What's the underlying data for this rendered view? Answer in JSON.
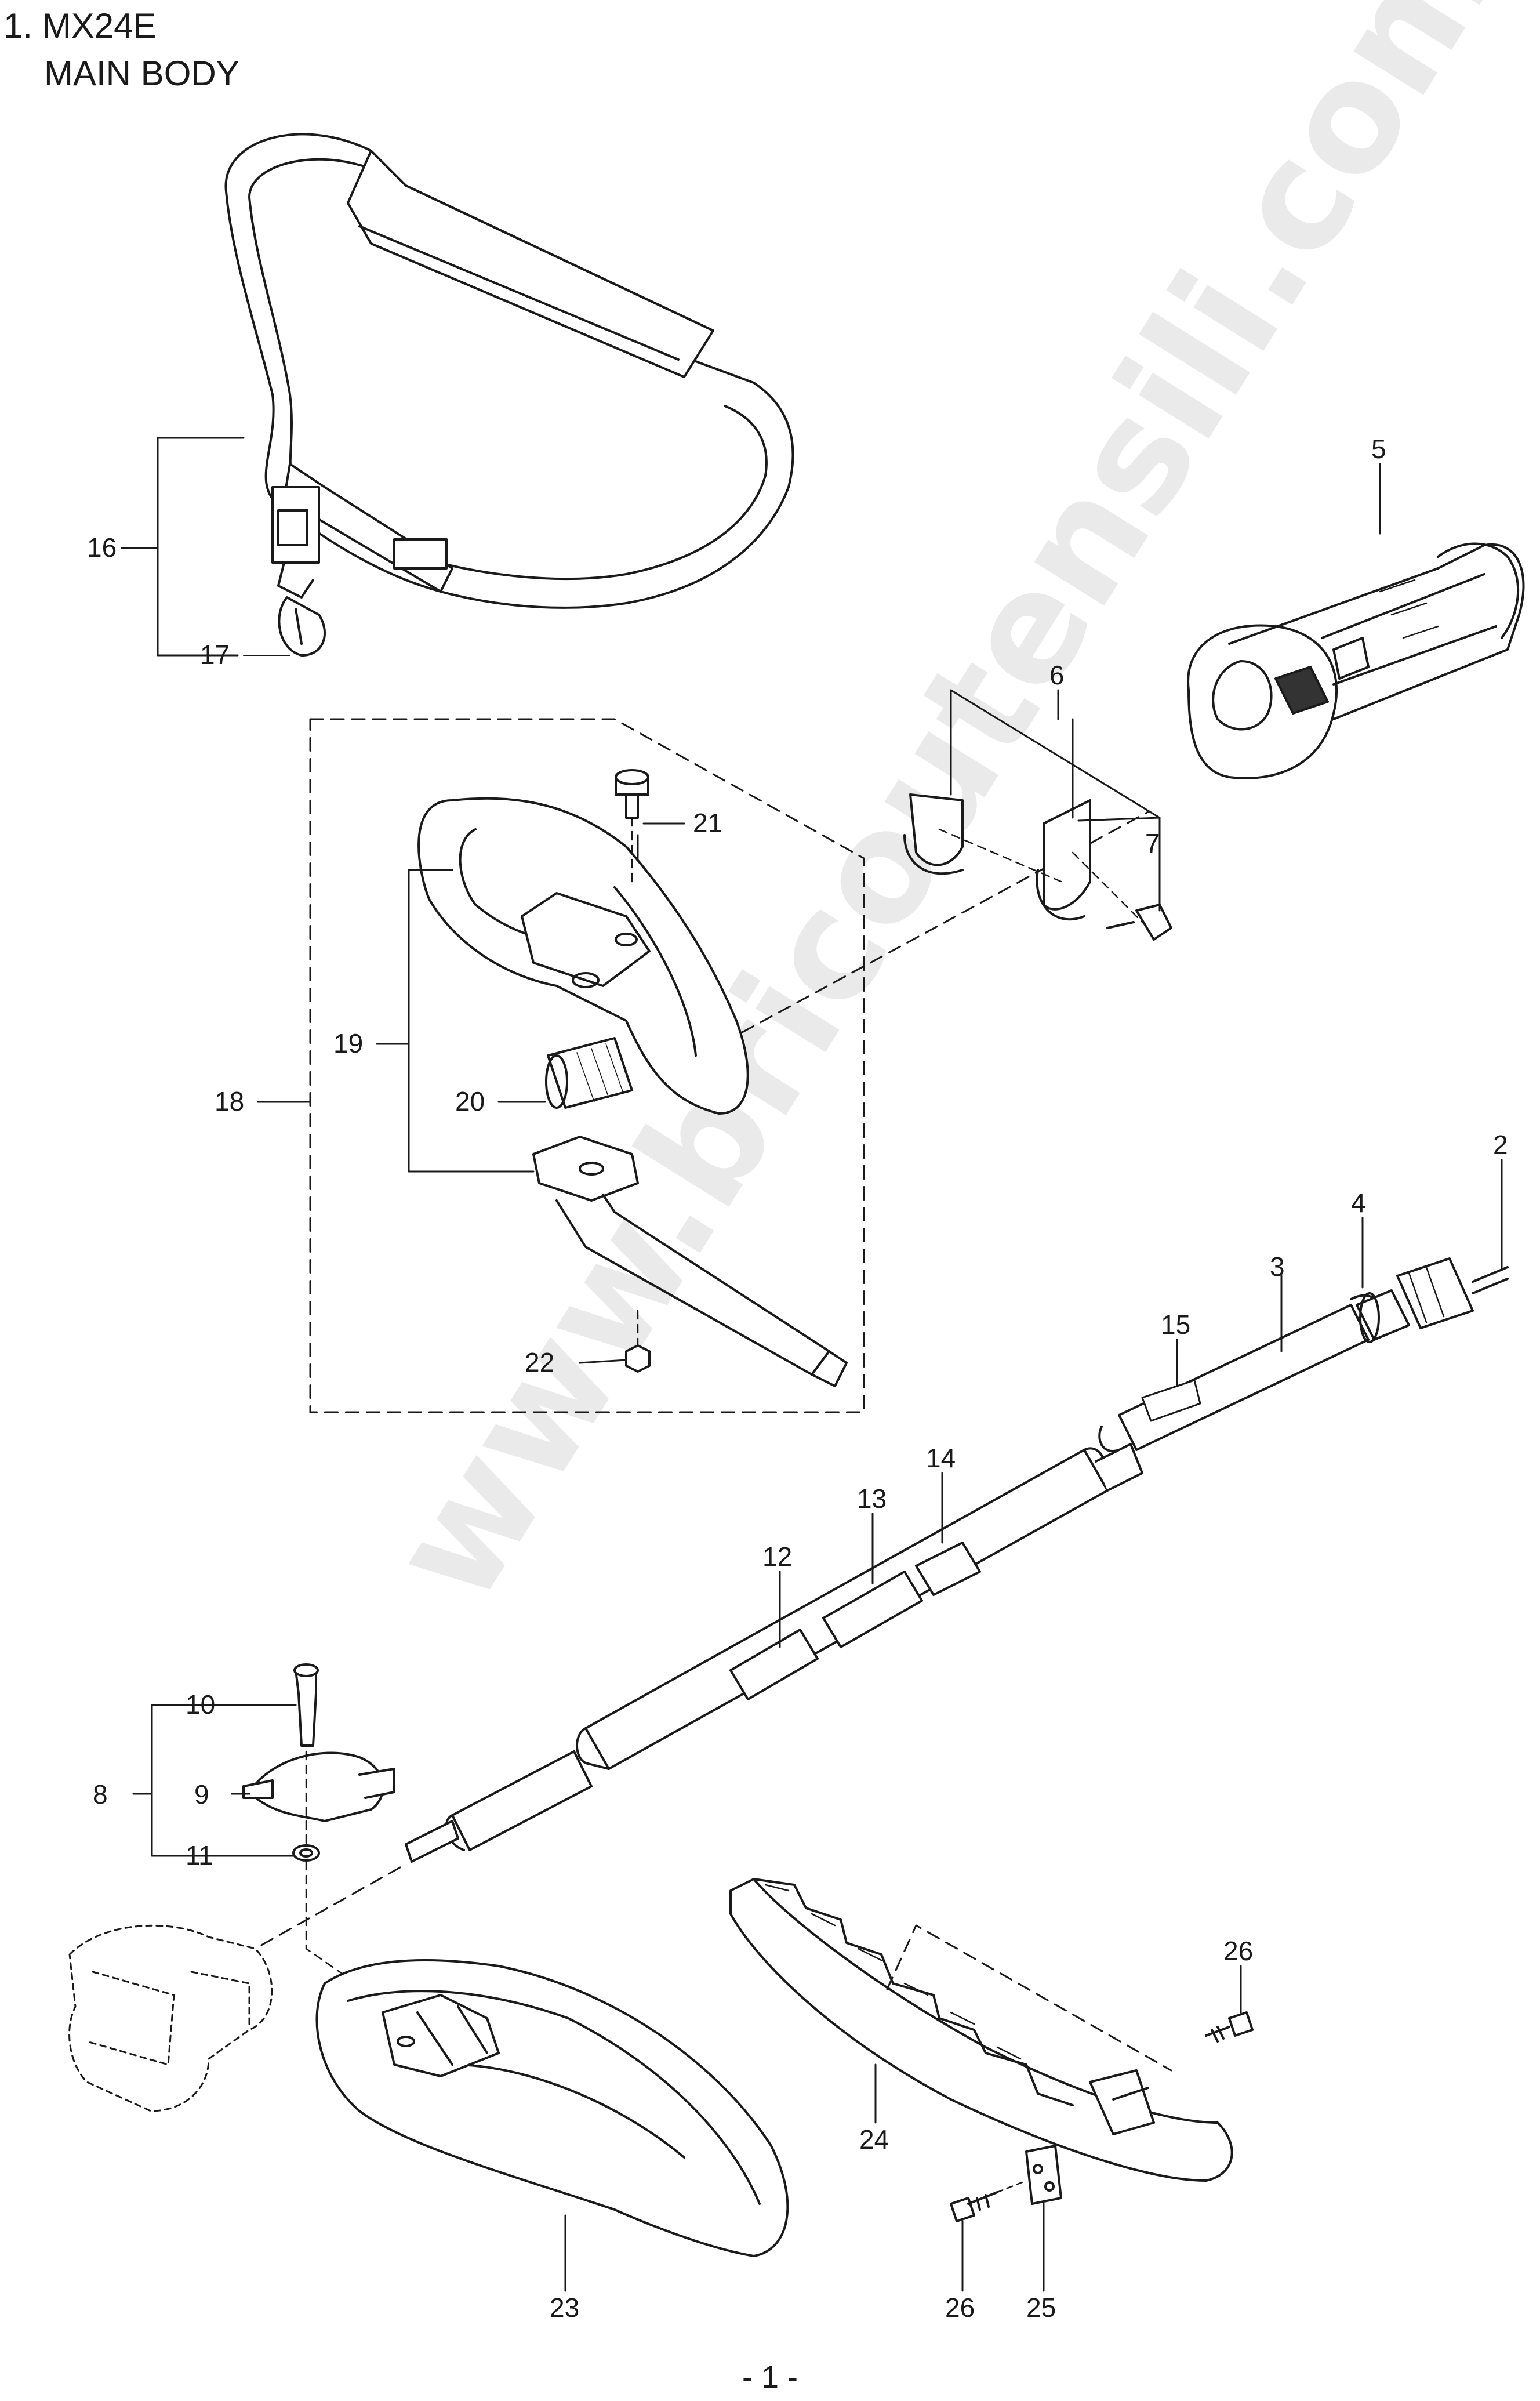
{
  "header": {
    "line1": "1. MX24E",
    "line2": "MAIN BODY"
  },
  "watermark": "www.bricoutensili.com",
  "callouts": {
    "c2": "2",
    "c3": "3",
    "c4": "4",
    "c5": "5",
    "c6": "6",
    "c7": "7",
    "c8": "8",
    "c9": "9",
    "c10": "10",
    "c11": "11",
    "c12": "12",
    "c13": "13",
    "c14": "14",
    "c15": "15",
    "c16": "16",
    "c17": "17",
    "c18": "18",
    "c19": "19",
    "c20": "20",
    "c21": "21",
    "c22": "22",
    "c23": "23",
    "c24": "24",
    "c25": "25",
    "c26a": "26",
    "c26b": "26"
  },
  "footer": {
    "page": "- 1 -"
  }
}
